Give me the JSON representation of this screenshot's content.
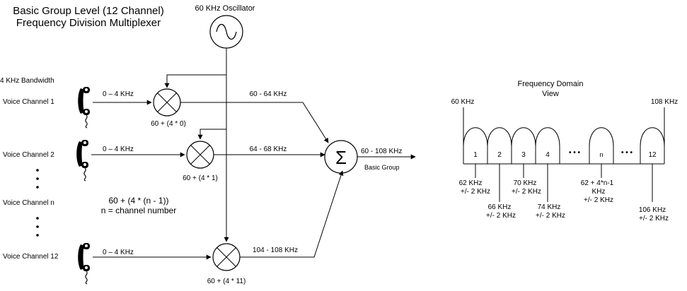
{
  "title": {
    "line1": "Basic Group Level (12 Channel)",
    "line2": "Frequency Division Multiplexer"
  },
  "oscillator": {
    "label": "60 KHz Oscillator",
    "icon": "sine-wave-icon"
  },
  "bandwidth_label": "4 KHz Bandwidth",
  "channels": [
    {
      "name": "Voice Channel 1",
      "input": "0 – 4 KHz",
      "mixer": "60 + (4 * 0)",
      "band": "60 - 64 KHz"
    },
    {
      "name": "Voice Channel 2",
      "input": "0 – 4 KHz",
      "mixer": "60 + (4 * 1)",
      "band": "64 - 68 KHz"
    },
    {
      "name": "Voice Channel n"
    },
    {
      "name": "Voice Channel 12",
      "input": "0 – 4 KHz",
      "mixer": "60 + (4 * 11)",
      "band": "104 - 108 KHz"
    }
  ],
  "ellipsis_vertical": ".\n.\n.",
  "formula": {
    "line1": "60 + (4 * (n - 1))",
    "line2": "n = channel number"
  },
  "summer": {
    "symbol": "Σ",
    "output_range": "60 - 108 KHz",
    "output_label": "Basic Group"
  },
  "frequency_view": {
    "title_line1": "Frequency Domain",
    "title_line2": "View",
    "left_edge": "60 KHz",
    "right_edge": "108 KHz",
    "channels": [
      "1",
      "2",
      "3",
      "4",
      "n",
      "12"
    ],
    "ellipsis": "• • •",
    "centers": [
      {
        "lines": [
          "62 KHz",
          "+/- 2 KHz"
        ]
      },
      {
        "lines": [
          "66 KHz",
          "+/- 2 KHz"
        ]
      },
      {
        "lines": [
          "70 KHz",
          "+/- 2 KHz"
        ]
      },
      {
        "lines": [
          "74 KHz",
          "+/- 2 KHz"
        ]
      },
      {
        "lines": [
          "62 + 4*n-1",
          "KHz",
          "+/- 2 KHz"
        ]
      },
      {
        "lines": [
          "106 KHz",
          "+/- 2 KHz"
        ]
      }
    ]
  },
  "colors": {
    "stroke": "#000000",
    "background": "#ffffff"
  }
}
